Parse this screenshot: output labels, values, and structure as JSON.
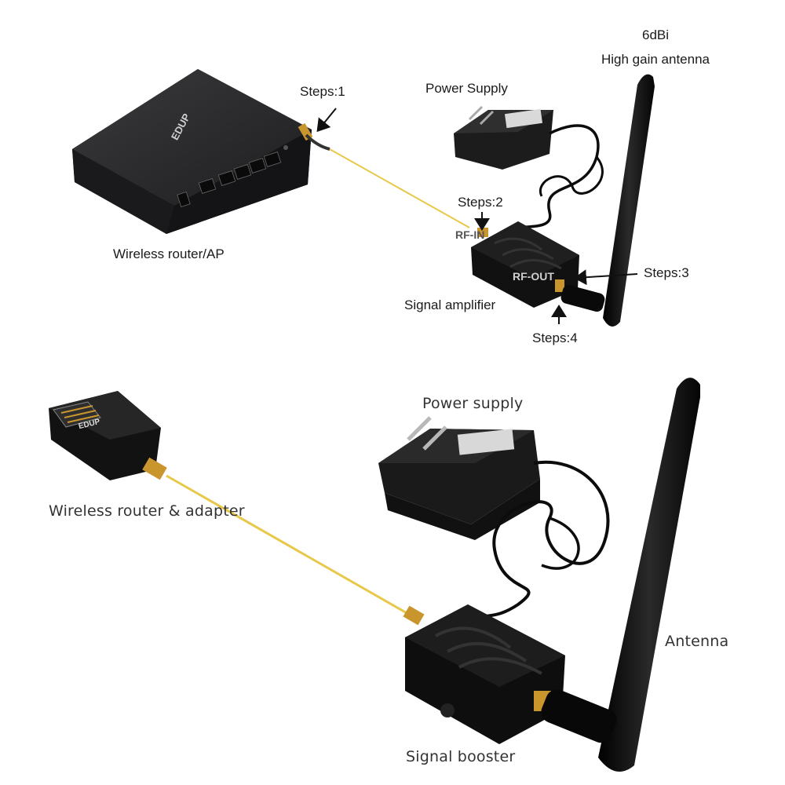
{
  "top": {
    "antenna_gain": "6dBi",
    "antenna_label": "High gain antenna",
    "power_supply_label": "Power Supply",
    "router_label": "Wireless router/AP",
    "amplifier_label": "Signal amplifier",
    "step1": "Steps:1",
    "step2": "Steps:2",
    "step3": "Steps:3",
    "step4": "Steps:4",
    "port_rf_in": "RF-IN",
    "port_rf_out": "RF-OUT",
    "router_brand": "EDUP"
  },
  "bottom": {
    "power_supply_label": "Power supply",
    "adapter_label": "Wireless router & adapter",
    "antenna_label": "Antenna",
    "booster_label": "Signal booster",
    "adapter_brand": "EDUP"
  },
  "colors": {
    "device_black": "#141414",
    "router_body": "#2b2b2d",
    "cable_gold": "#e8c84a",
    "connector_gold": "#c9962e"
  }
}
